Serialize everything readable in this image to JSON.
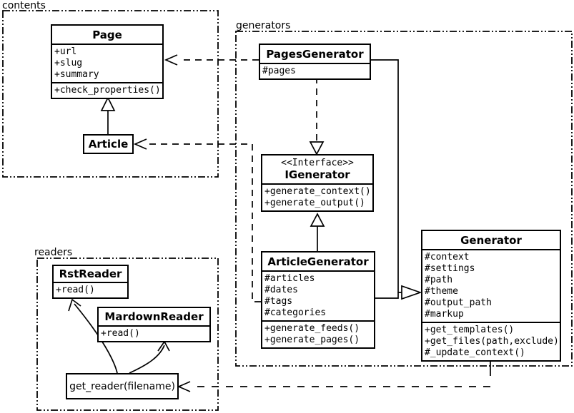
{
  "diagram": {
    "packages": {
      "contents": "contents",
      "generators": "generators",
      "readers": "readers"
    },
    "classes": {
      "page": {
        "title": "Page",
        "attrs": [
          "+url",
          "+slug",
          "+summary"
        ],
        "methods": [
          "+check_properties()"
        ]
      },
      "article": {
        "title": "Article"
      },
      "pages_generator": {
        "title": "PagesGenerator",
        "attrs": [
          "#pages"
        ]
      },
      "igenerator": {
        "stereotype": "<<Interface>>",
        "title": "IGenerator",
        "methods": [
          "+generate_context()",
          "+generate_output()"
        ]
      },
      "article_generator": {
        "title": "ArticleGenerator",
        "attrs": [
          "#articles",
          "#dates",
          "#tags",
          "#categories"
        ],
        "methods": [
          "+generate_feeds()",
          "+generate_pages()"
        ]
      },
      "generator": {
        "title": "Generator",
        "attrs": [
          "#context",
          "#settings",
          "#path",
          "#theme",
          "#output_path",
          "#markup"
        ],
        "methods": [
          "+get_templates()",
          "+get_files(path,exclude)",
          "#_update_context()"
        ]
      },
      "rst_reader": {
        "title": "RstReader",
        "methods": [
          "+read()"
        ]
      },
      "mardown_reader": {
        "title": "MardownReader",
        "methods": [
          "+read()"
        ]
      },
      "get_reader": {
        "label": "get_reader(filename)"
      }
    },
    "colors": {
      "line": "#000000",
      "background": "#ffffff",
      "box_fill": "#ffffff"
    }
  }
}
